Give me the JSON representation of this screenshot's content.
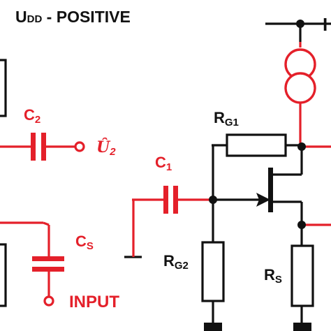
{
  "labels": {
    "supply_main": "U",
    "supply_sub": "DD",
    "supply_rest": " - POSITIVE",
    "c2_main": "C",
    "c2_sub": "2",
    "u2_main": "Û",
    "u2_sub": "2",
    "rg1_main": "R",
    "rg1_sub": "G1",
    "c1_main": "C",
    "c1_sub": "1",
    "cs_main": "C",
    "cs_sub": "S",
    "rg2_main": "R",
    "rg2_sub": "G2",
    "rs_main": "R",
    "rs_sub": "S",
    "input": "INPUT"
  },
  "colors": {
    "red_wire": "#e4202a",
    "black_wire": "#111111",
    "background": "#ffffff"
  }
}
